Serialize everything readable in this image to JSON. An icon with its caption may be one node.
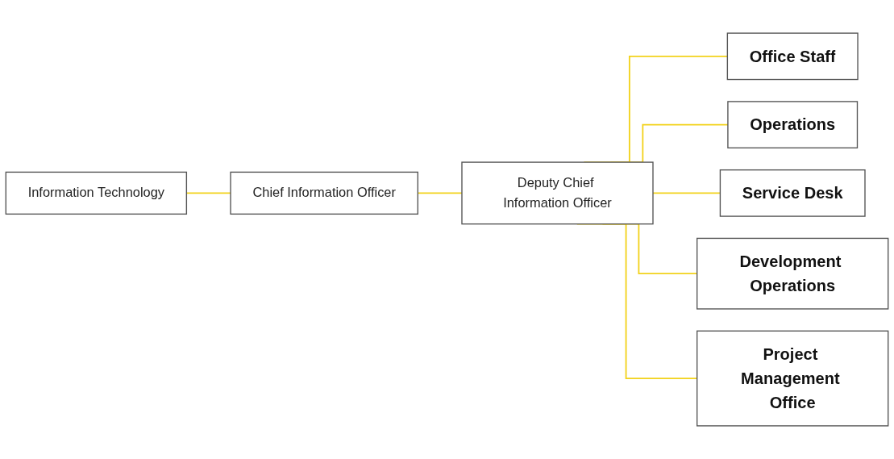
{
  "diagram": {
    "nodes": [
      {
        "text": [
          "Information Technology"
        ]
      },
      {
        "text": [
          "Chief Information Officer"
        ]
      },
      {
        "text": [
          "Deputy Chief Information Officer"
        ]
      },
      {
        "text": [
          "Office Staff"
        ]
      },
      {
        "text": [
          "Operations"
        ]
      },
      {
        "text": [
          "Service Desk"
        ]
      },
      {
        "text": [
          "Development Operations"
        ]
      },
      {
        "text": [
          "Project Management Office"
        ]
      }
    ],
    "edges": [
      {
        "from": 0,
        "to": 1,
        "arrow": "none"
      },
      {
        "from": 1,
        "to": 2,
        "arrow": "none"
      },
      {
        "from": 2,
        "to": 3,
        "arrow": "none"
      },
      {
        "from": 2,
        "to": 4,
        "arrow": "none"
      },
      {
        "from": 2,
        "to": 5,
        "arrow": "none"
      },
      {
        "from": 2,
        "to": 6,
        "arrow": "none"
      },
      {
        "from": 2,
        "to": 7,
        "arrow": "none"
      }
    ]
  }
}
